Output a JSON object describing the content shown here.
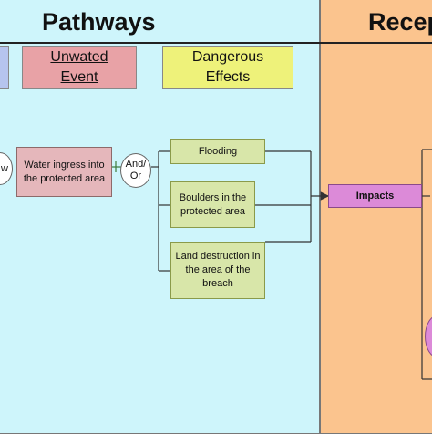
{
  "headers": {
    "pathways": "Pathways",
    "receptors": "Recep"
  },
  "column_headers": {
    "unwanted_event_line1": "Unwated",
    "unwanted_event_line2": "Event",
    "dangerous_effects_line1": "Dangerous",
    "dangerous_effects_line2": "Effects"
  },
  "nodes": {
    "cut_circle_text": "w",
    "water_ingress": "Water ingress into the protected area",
    "and_or_line1": "And/",
    "and_or_line2": "Or",
    "flooding": "Flooding",
    "boulders": "Boulders in the protected area",
    "land_destruction": "Land destruction in the area of the breach",
    "impacts": "Impacts"
  },
  "colors": {
    "pathways_bg": "#cef5fb",
    "receptors_bg": "#fbc48e",
    "unwanted_event_fill": "#e8a2a6",
    "dangerous_effects_fill": "#eef27a",
    "effect_box_fill": "#d8e6a9",
    "event_box_fill": "#e5b7bb",
    "impacts_fill": "#dc8ad8",
    "left_cut_box_fill": "#b6c4ee"
  }
}
